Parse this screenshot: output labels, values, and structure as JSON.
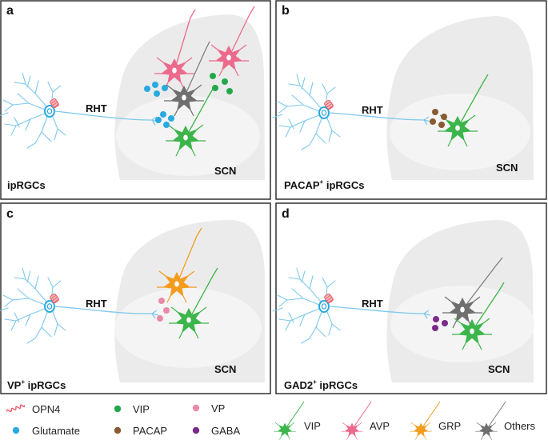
{
  "panels": [
    {
      "letter": "a",
      "rht": "RHT",
      "scn": "SCN",
      "cell_label": "ipRGCs",
      "cell_sup": ""
    },
    {
      "letter": "b",
      "rht": "RHT",
      "scn": "SCN",
      "cell_label": "PACAP",
      "cell_sup": "+",
      "cell_suffix": " ipRGCs"
    },
    {
      "letter": "c",
      "rht": "RHT",
      "scn": "SCN",
      "cell_label": "VP",
      "cell_sup": "+",
      "cell_suffix": " ipRGCs"
    },
    {
      "letter": "d",
      "rht": "RHT",
      "scn": "SCN",
      "cell_label": "GAD2",
      "cell_sup": "+",
      "cell_suffix": " ipRGCs"
    }
  ],
  "legend_molecules": [
    {
      "label": "OPN4",
      "color": "#e85a6a",
      "icon": "opn4-coil-icon"
    },
    {
      "label": "Glutamate",
      "color": "#29a9e1",
      "icon": "dot-icon"
    },
    {
      "label": "VIP",
      "color": "#22a84a",
      "icon": "dot-icon"
    },
    {
      "label": "PACAP",
      "color": "#8a5a32",
      "icon": "dot-icon"
    },
    {
      "label": "VP",
      "color": "#e88aa8",
      "icon": "dot-icon"
    },
    {
      "label": "GABA",
      "color": "#7a2a8a",
      "icon": "dot-icon"
    }
  ],
  "legend_neurons": [
    {
      "label": "VIP",
      "color": "#3cb54a"
    },
    {
      "label": "AVP",
      "color": "#ec6a8c"
    },
    {
      "label": "GRP",
      "color": "#f39c1e"
    },
    {
      "label": "Others",
      "color": "#808080"
    }
  ],
  "colors": {
    "axon": "#7cc8ec",
    "scn_outer": "#ebebeb",
    "scn_inner": "#f4f4f4",
    "border": "#222222"
  }
}
